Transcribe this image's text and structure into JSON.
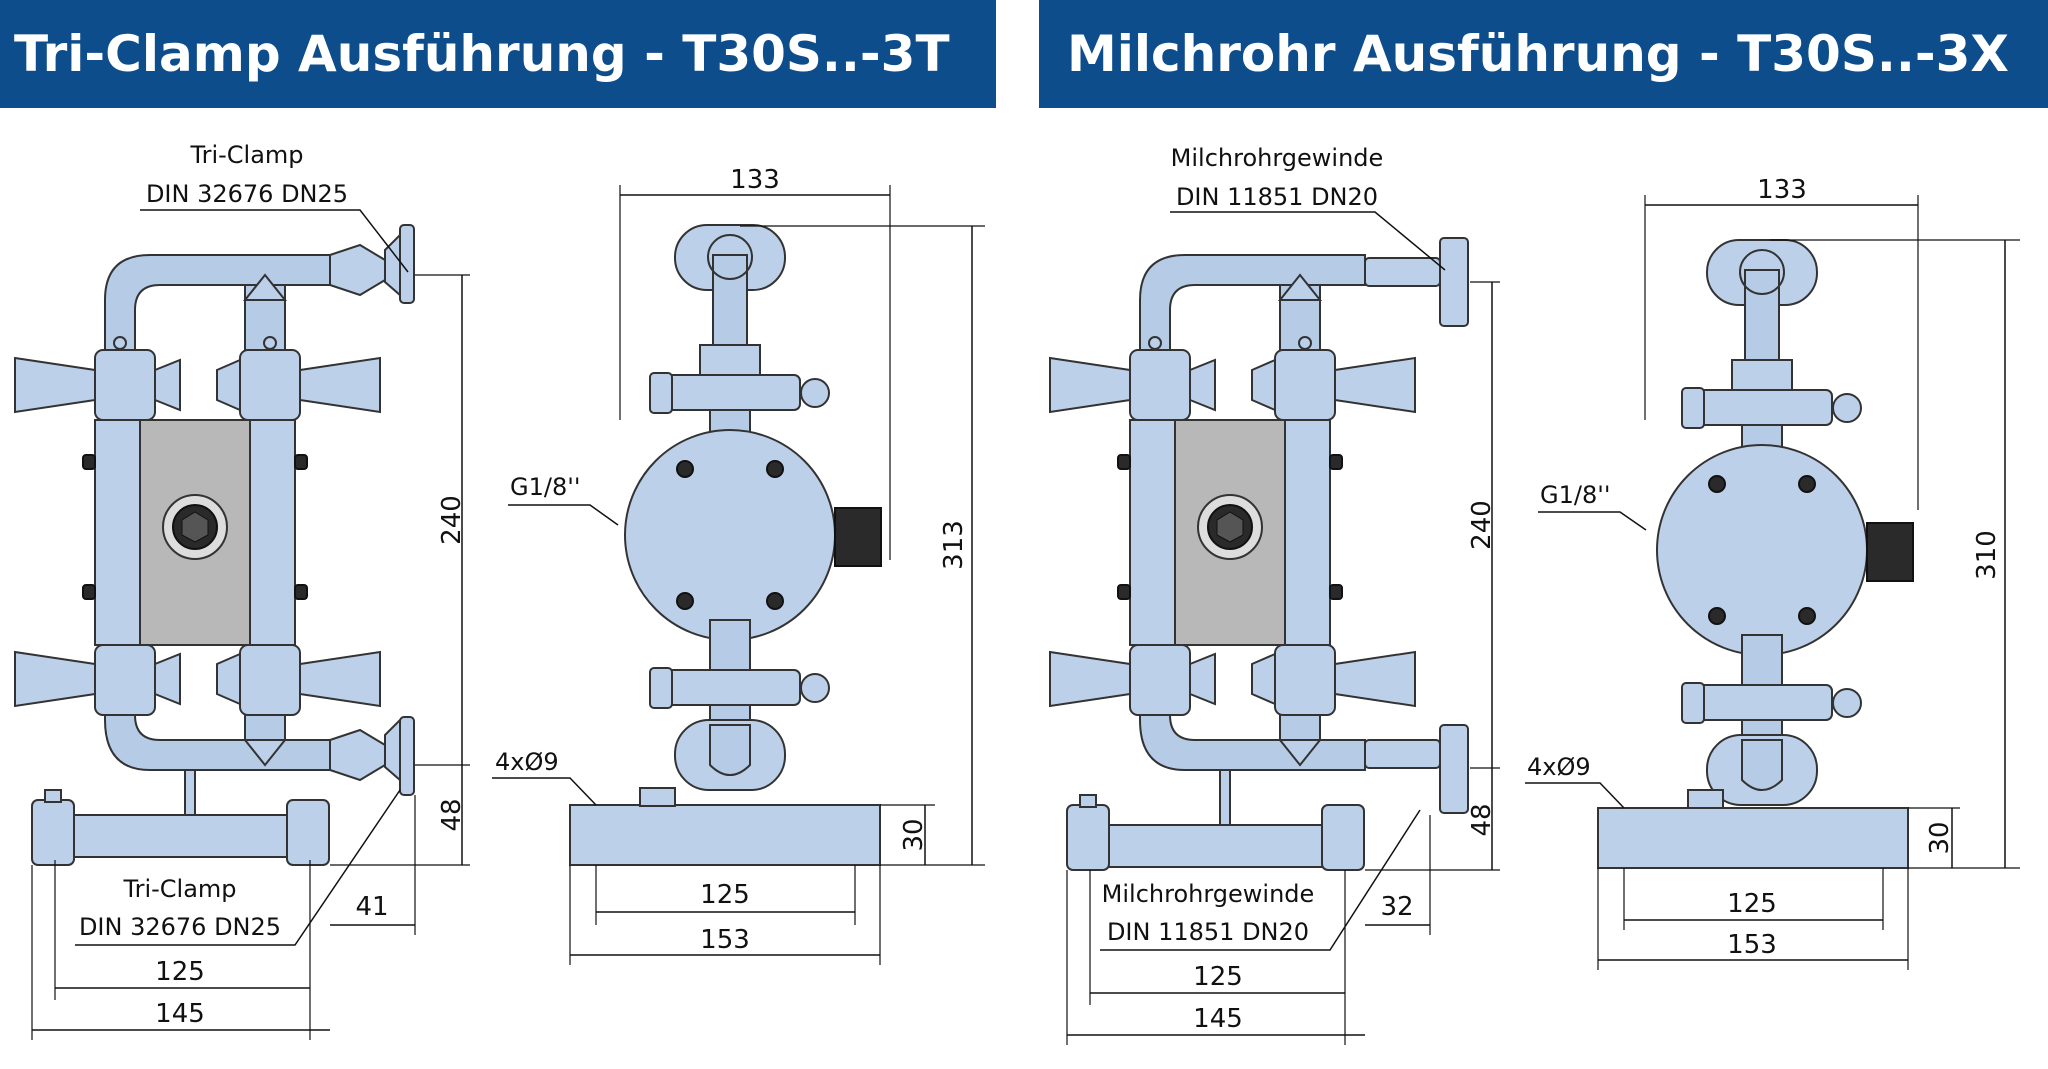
{
  "headers": {
    "left": "Tri-Clamp Ausführung - T30S..-3T",
    "right": "Milchrohr Ausführung - T30S..-3X"
  },
  "colors": {
    "banner": "#0d4d8c",
    "banner_text": "#ffffff",
    "part_metal": "#bcd0ea",
    "part_body": "#b8b8b8",
    "part_dark": "#2a2a2a"
  },
  "left": {
    "connection_top": {
      "line1": "Tri-Clamp",
      "line2": "DIN 32676 DN25"
    },
    "connection_bottom": {
      "line1": "Tri-Clamp",
      "line2": "DIN 32676 DN25"
    },
    "dims": {
      "height_ports": "240",
      "height_inlet": "48",
      "outlet_offset": "41",
      "base_holes": "125",
      "base_width": "145",
      "side_width": "133",
      "side_height": "313",
      "base_height": "30",
      "side_holes": "125",
      "side_base_width": "153"
    },
    "air_connection": "G1/8''",
    "mount_holes": "4xØ9"
  },
  "right": {
    "connection_top": {
      "line1": "Milchrohrgewinde",
      "line2": "DIN 11851 DN20"
    },
    "connection_bottom": {
      "line1": "Milchrohrgewinde",
      "line2": "DIN 11851 DN20"
    },
    "dims": {
      "height_ports": "240",
      "height_inlet": "48",
      "outlet_offset": "32",
      "base_holes": "125",
      "base_width": "145",
      "side_width": "133",
      "side_height": "310",
      "base_height": "30",
      "side_holes": "125",
      "side_base_width": "153"
    },
    "air_connection": "G1/8''",
    "mount_holes": "4xØ9"
  }
}
